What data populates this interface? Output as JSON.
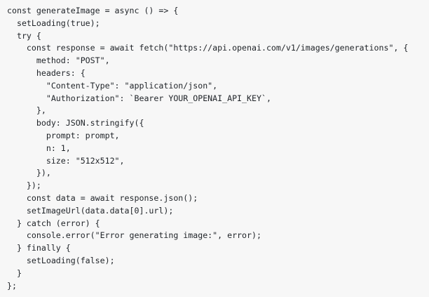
{
  "code": {
    "language": "javascript",
    "lines": [
      "const generateImage = async () => {",
      "  setLoading(true);",
      "  try {",
      "    const response = await fetch(\"https://api.openai.com/v1/images/generations\", {",
      "      method: \"POST\",",
      "      headers: {",
      "        \"Content-Type\": \"application/json\",",
      "        \"Authorization\": `Bearer YOUR_OPENAI_API_KEY`,",
      "      },",
      "      body: JSON.stringify({",
      "        prompt: prompt,",
      "        n: 1,",
      "        size: \"512x512\",",
      "      }),",
      "    });",
      "    const data = await response.json();",
      "    setImageUrl(data.data[0].url);",
      "  } catch (error) {",
      "    console.error(\"Error generating image:\", error);",
      "  } finally {",
      "    setLoading(false);",
      "  }",
      "};"
    ]
  },
  "colors": {
    "background": "#f7f7f7",
    "text": "#1f2328"
  }
}
